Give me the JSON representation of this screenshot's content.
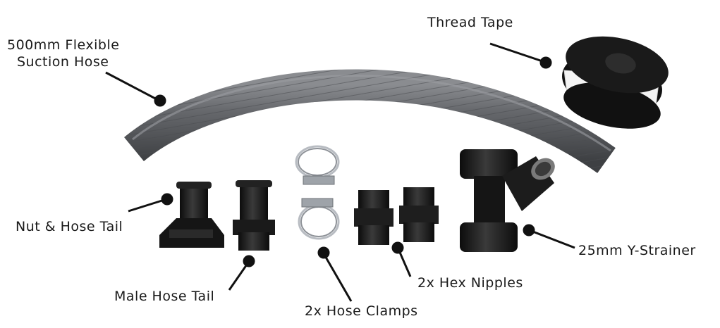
{
  "labels": {
    "suction_hose": {
      "line1": "500mm Flexible",
      "line2": "Suction Hose"
    },
    "thread_tape": "Thread Tape",
    "nut_hose_tail": "Nut & Hose Tail",
    "male_hose_tail": "Male Hose Tail",
    "hose_clamps": "2x Hose Clamps",
    "hex_nipples": "2x Hex Nipples",
    "y_strainer": "25mm Y-Strainer"
  },
  "colors": {
    "hose": "#5b5d61",
    "fitting": "#151515",
    "tape": "#f4f4f4",
    "pointer": "#111111",
    "clamp": "#b8bcc2"
  }
}
